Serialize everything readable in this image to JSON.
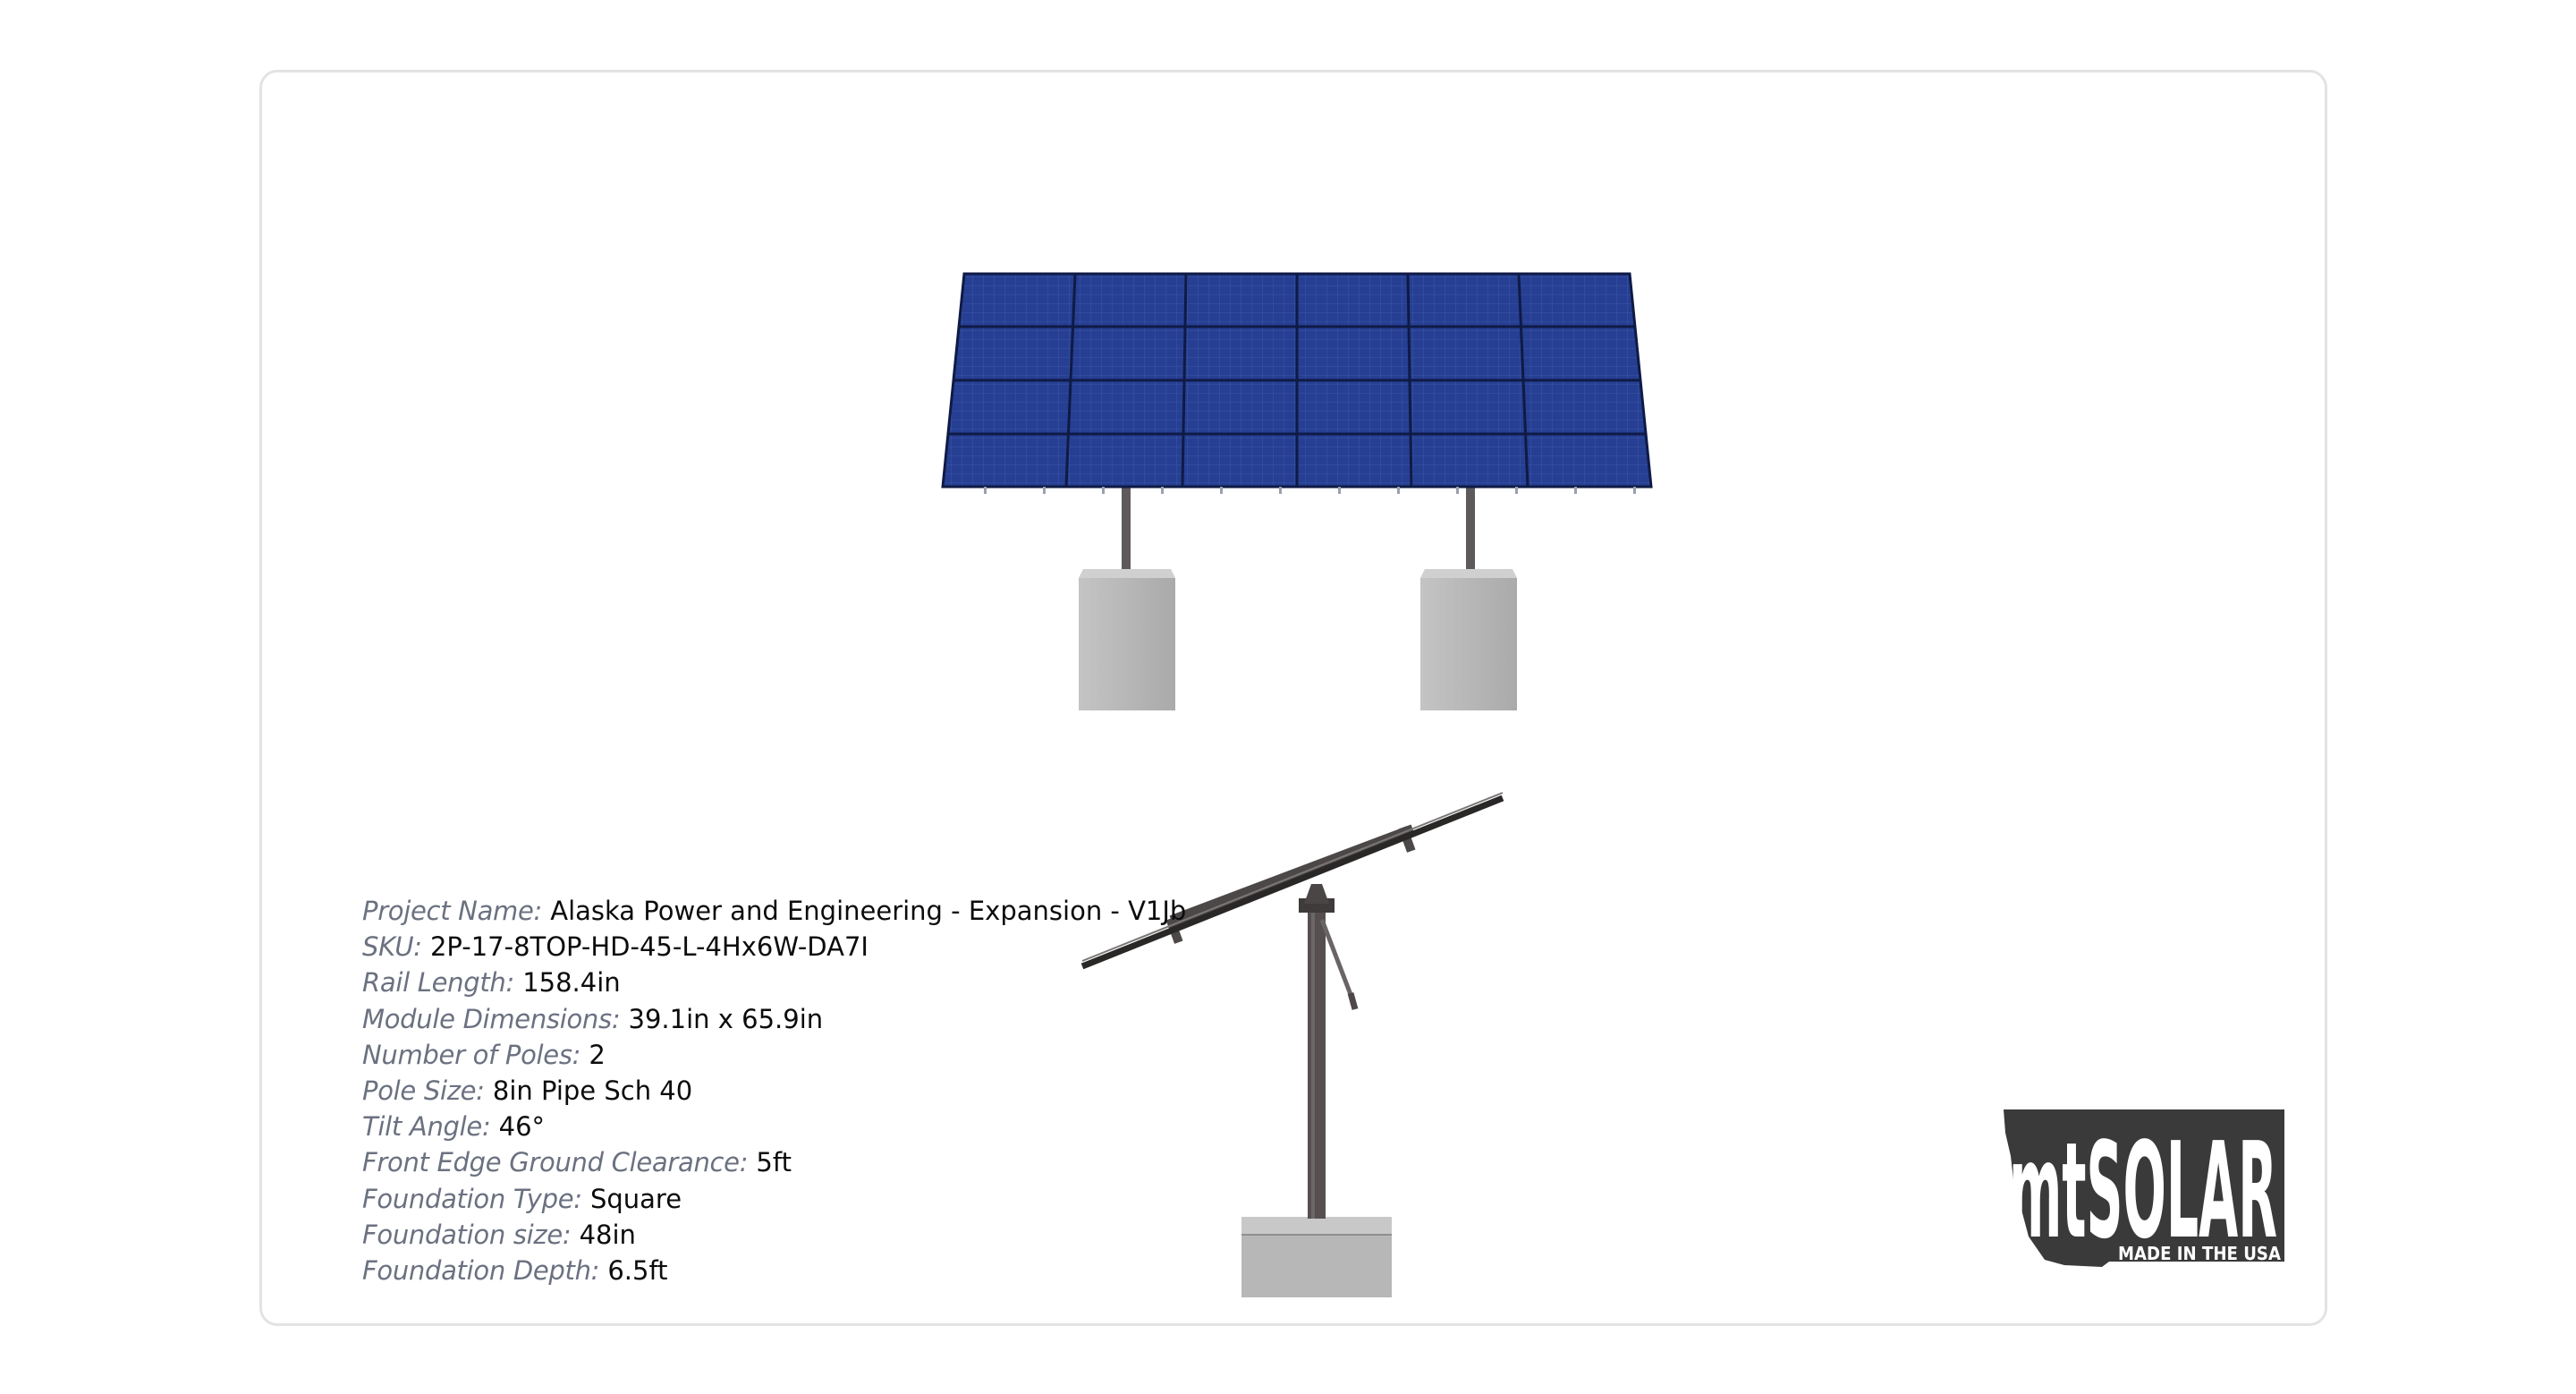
{
  "specs": {
    "project_name": {
      "label": "Project Name:",
      "value": "Alaska Power and Engineering - Expansion - V1Jb"
    },
    "sku": {
      "label": "SKU:",
      "value": "2P-17-8TOP-HD-45-L-4Hx6W-DA7I"
    },
    "rail_length": {
      "label": "Rail Length:",
      "value": "158.4in"
    },
    "module_dimensions": {
      "label": "Module Dimensions:",
      "value": "39.1in x 65.9in"
    },
    "number_of_poles": {
      "label": "Number of Poles:",
      "value": "2"
    },
    "pole_size": {
      "label": "Pole Size:",
      "value": "8in Pipe Sch 40"
    },
    "tilt_angle": {
      "label": "Tilt Angle:",
      "value": "46°"
    },
    "front_edge_clearance": {
      "label": "Front Edge Ground Clearance:",
      "value": "5ft"
    },
    "foundation_type": {
      "label": "Foundation Type:",
      "value": "Square"
    },
    "foundation_size": {
      "label": "Foundation size:",
      "value": "48in"
    },
    "foundation_depth": {
      "label": "Foundation Depth:",
      "value": "6.5ft"
    }
  },
  "logo": {
    "brand_text": "mtSOLAR",
    "tagline": "MADE IN THE USA"
  },
  "icons": {
    "front": "solar-array-front-view-icon",
    "side": "solar-array-side-view-icon",
    "logo": "mtsolar-logo-icon"
  },
  "colors": {
    "panel_blue": "#243b8e",
    "pole_gray": "#5a5657",
    "concrete": "#b9b9b9",
    "logo_dark": "#3a3a3a"
  }
}
